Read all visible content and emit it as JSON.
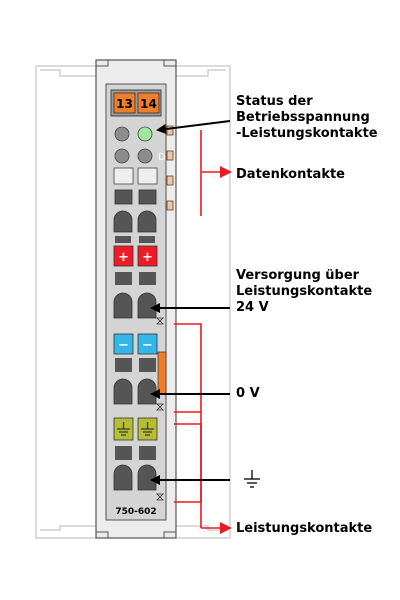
{
  "module": {
    "model": "750-602",
    "terminal_numbers": [
      "13",
      "14"
    ],
    "led_letter": "D",
    "symbols": {
      "plus": "+",
      "minus": "−"
    },
    "colors": {
      "body": "#d4d4d4",
      "orange": "#f07d2a",
      "led_green": "#9ee89e",
      "red": "#ee1c24",
      "blue": "#33b7ea",
      "olive": "#b5bd34",
      "contact": "#f6c49a",
      "arrow_red": "#e81b23"
    }
  },
  "labels": {
    "status_line1": "Status der",
    "status_line2": "Betriebsspannung",
    "status_line3": "-Leistungskontakte",
    "datenkontakte": "Datenkontakte",
    "versorgung_line1": "Versorgung über",
    "versorgung_line2": "Leistungskontakte",
    "versorgung_line3": "24 V",
    "zero_volt": "0 V",
    "ground_symbol": "⏚",
    "leistungskontakte": "Leistungskontakte"
  }
}
